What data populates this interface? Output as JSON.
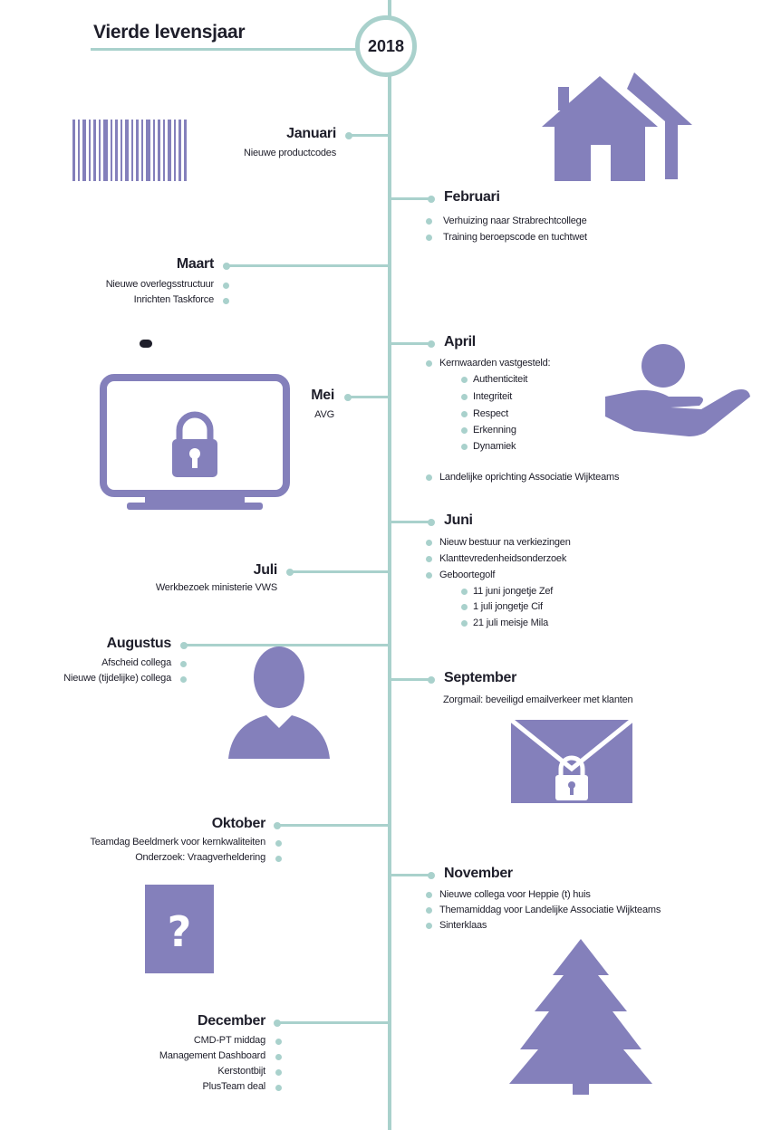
{
  "header": {
    "title": "Vierde levensjaar",
    "year": "2018"
  },
  "months": {
    "januari": {
      "name": "Januari",
      "items": [
        "Nieuwe productcodes"
      ]
    },
    "februari": {
      "name": "Februari",
      "items": [
        "Verhuizing naar Strabrechtcollege",
        "Training beroepscode en tuchtwet"
      ]
    },
    "maart": {
      "name": "Maart",
      "items": [
        "Nieuwe overlegsstructuur",
        "Inrichten Taskforce"
      ]
    },
    "april": {
      "name": "April",
      "items": [
        "Kernwaarden vastgesteld:",
        "Landelijke oprichting Associatie Wijkteams"
      ],
      "subitems": [
        "Authenticiteit",
        "Integriteit",
        "Respect",
        "Erkenning",
        "Dynamiek"
      ]
    },
    "mei": {
      "name": "Mei",
      "items": [
        "AVG"
      ]
    },
    "juni": {
      "name": "Juni",
      "items": [
        "Nieuw bestuur na verkiezingen",
        "Klanttevredenheidsonderzoek",
        "Geboortegolf"
      ],
      "subitems": [
        "11 juni jongetje Zef",
        "1 juli jongetje Cif",
        "21 juli meisje Mila"
      ]
    },
    "juli": {
      "name": "Juli",
      "items": [
        "Werkbezoek ministerie VWS"
      ]
    },
    "augustus": {
      "name": "Augustus",
      "items": [
        "Afscheid collega",
        "Nieuwe (tijdelijke) collega"
      ]
    },
    "september": {
      "name": "September",
      "items": [
        "Zorgmail: beveiligd emailverkeer met klanten"
      ]
    },
    "oktober": {
      "name": "Oktober",
      "items": [
        "Teamdag Beeldmerk voor kernkwaliteiten",
        "Onderzoek: Vraagverheldering"
      ]
    },
    "november": {
      "name": "November",
      "items": [
        "Nieuwe collega voor Heppie (t) huis",
        "Themamiddag voor Landelijke Associatie Wijkteams",
        "Sinterklaas"
      ]
    },
    "december": {
      "name": "December",
      "items": [
        "CMD-PT middag",
        "Management Dashboard",
        "Kerstontbijt",
        "PlusTeam deal"
      ]
    }
  },
  "icons": {
    "barcode": "barcode-icon",
    "house": "house-icon",
    "monitor": "monitor-lock-icon",
    "hand": "hand-person-icon",
    "person": "person-icon",
    "envelope": "envelope-lock-icon",
    "question": "question-card-icon",
    "tree": "tree-icon"
  },
  "colors": {
    "accent": "#a9d1cc",
    "icon": "#8480bb",
    "text": "#1e1e2a"
  }
}
